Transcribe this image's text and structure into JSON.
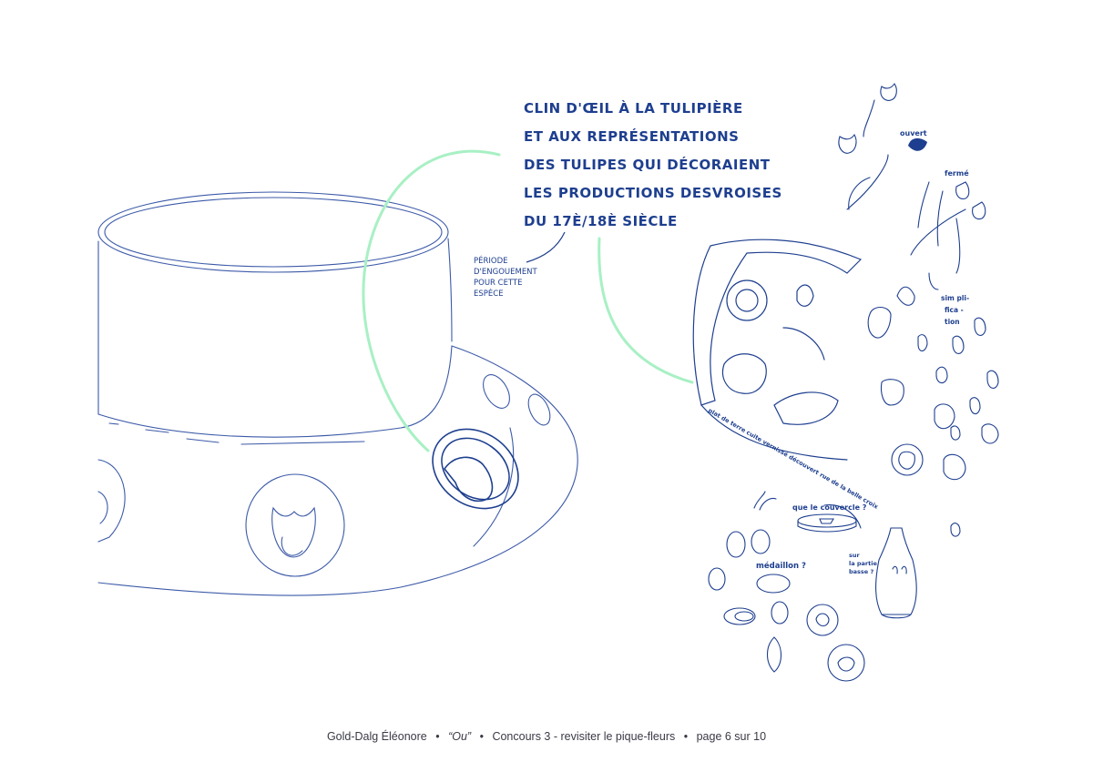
{
  "annotation_main": {
    "lines": [
      "Clin d'œil à la tulipière",
      "et aux représentations",
      "des tulipes qui décoraient",
      "les productions desvroises",
      "du 17è/18è siècle"
    ]
  },
  "annotation_period": {
    "lines": [
      "Période",
      "d'engouement",
      "pour cette",
      "espèce"
    ]
  },
  "labels": {
    "ouvert": "ouvert",
    "ferme": "fermé",
    "simplification": [
      "sim pli-",
      "fica -",
      "tion"
    ],
    "couvercle": "que le couvercle ?",
    "medaillon": "médaillon ?",
    "partie_basse": [
      "sur",
      "la partie",
      "basse ?"
    ],
    "plate_caption": "plat de terre cuite vernissé découvert rue de la belle croix"
  },
  "footer": {
    "author": "Gold-Dalg Éléonore",
    "title": "“Ou”",
    "contest": "Concours 3 - revisiter le pique-fleurs",
    "page": "page 6 sur 10",
    "separator": "•"
  },
  "colors": {
    "ink": "#1e3f8f",
    "ink_light": "#3c5aa8",
    "accent_green": "#a8f0c4",
    "footer_text": "#3a3a46"
  }
}
